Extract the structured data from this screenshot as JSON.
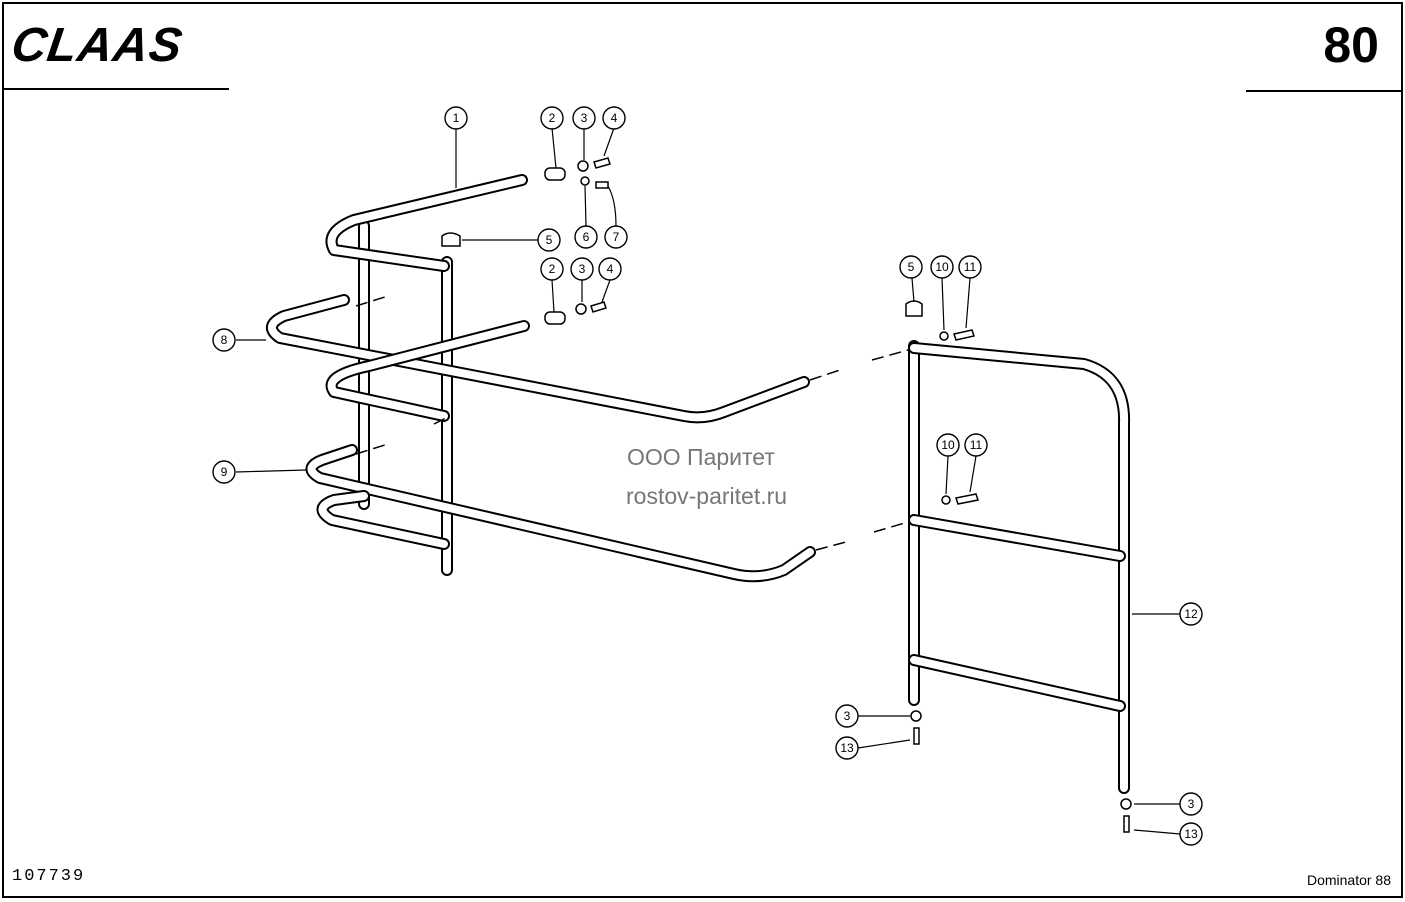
{
  "header": {
    "brand": "CLAAS",
    "page_number": "80"
  },
  "footer": {
    "drawing_id": "107739",
    "model": "Dominator 88"
  },
  "watermark": {
    "line1": "ООО Паритет",
    "line2": "rostov-paritet.ru"
  },
  "callouts": [
    {
      "id": "c1",
      "label": "1"
    },
    {
      "id": "c2a",
      "label": "2"
    },
    {
      "id": "c3a",
      "label": "3"
    },
    {
      "id": "c4a",
      "label": "4"
    },
    {
      "id": "c5a",
      "label": "5"
    },
    {
      "id": "c6",
      "label": "6"
    },
    {
      "id": "c7",
      "label": "7"
    },
    {
      "id": "c2b",
      "label": "2"
    },
    {
      "id": "c3b",
      "label": "3"
    },
    {
      "id": "c4b",
      "label": "4"
    },
    {
      "id": "c8",
      "label": "8"
    },
    {
      "id": "c9",
      "label": "9"
    },
    {
      "id": "c5b",
      "label": "5"
    },
    {
      "id": "c10a",
      "label": "10"
    },
    {
      "id": "c11a",
      "label": "11"
    },
    {
      "id": "c10b",
      "label": "10"
    },
    {
      "id": "c11b",
      "label": "11"
    },
    {
      "id": "c12",
      "label": "12"
    },
    {
      "id": "c3c",
      "label": "3"
    },
    {
      "id": "c13a",
      "label": "13"
    },
    {
      "id": "c3d",
      "label": "3"
    },
    {
      "id": "c13b",
      "label": "13"
    }
  ]
}
